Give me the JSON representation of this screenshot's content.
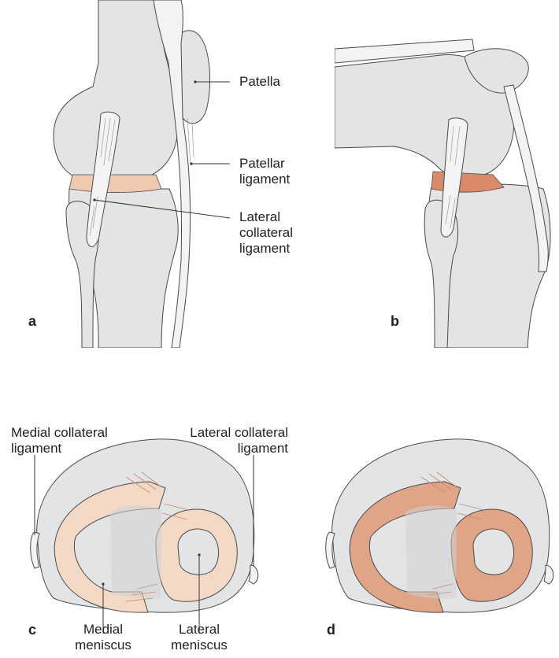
{
  "colors": {
    "bone": "#e3e4e6",
    "bone_shadow": "#cfd1d4",
    "outline": "#4a4a4a",
    "ligament": "#f3f3f3",
    "meniscus_light": "#f4d9c6",
    "meniscus_dark": "#e0a486",
    "cartilage_a": "#f0c9b1",
    "cartilage_b": "#d98a6b"
  },
  "panels": {
    "a": {
      "letter": "a",
      "labels": {
        "patella": "Patella",
        "patellar_ligament": [
          "Patellar",
          "ligament"
        ],
        "lateral_collateral_ligament": [
          "Lateral",
          "collateral",
          "ligament"
        ]
      }
    },
    "b": {
      "letter": "b"
    },
    "c": {
      "letter": "c",
      "labels": {
        "medial_collateral_ligament": [
          "Medial collateral",
          "ligament"
        ],
        "lateral_collateral_ligament": [
          "Lateral collateral",
          "ligament"
        ],
        "medial_meniscus": [
          "Medial",
          "meniscus"
        ],
        "lateral_meniscus": [
          "Lateral",
          "meniscus"
        ]
      }
    },
    "d": {
      "letter": "d"
    }
  }
}
